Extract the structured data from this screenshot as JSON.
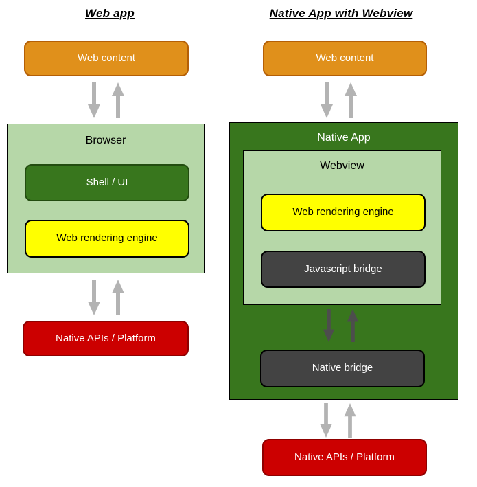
{
  "colors": {
    "orange": "#E0901B",
    "orange_border": "#B45F06",
    "light_green": "#B6D7A8",
    "dark_green": "#38761D",
    "dark_green_border": "#234C10",
    "yellow": "#FFFF00",
    "red": "#CC0000",
    "red_border": "#8F0000",
    "dark_gray": "#434343",
    "black_border": "#000000",
    "gray_arrow": "#B3B3B3",
    "dark_arrow": "#4D4D4D"
  },
  "left": {
    "title": "Web app",
    "web_content": "Web content",
    "browser": {
      "label": "Browser",
      "shell_ui": "Shell / UI",
      "web_rendering_engine": "Web rendering engine"
    },
    "native_apis": "Native APIs / Platform"
  },
  "right": {
    "title": "Native App with Webview",
    "web_content": "Web content",
    "native_app": {
      "label": "Native App",
      "webview": {
        "label": "Webview",
        "web_rendering_engine": "Web rendering engine",
        "javascript_bridge": "Javascript bridge"
      },
      "native_bridge": "Native bridge"
    },
    "native_apis": "Native APIs / Platform"
  }
}
